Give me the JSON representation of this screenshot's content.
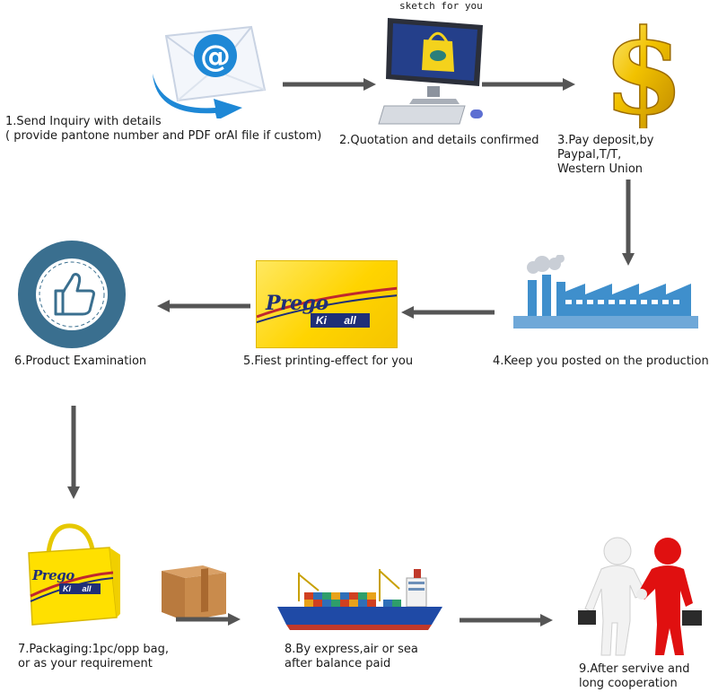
{
  "header": {
    "sketch_caption": "sketch for you"
  },
  "steps": [
    {
      "label": "1.Send Inquiry with details\n( provide pantone number and PDF orAI file if custom)",
      "icon": "email-icon"
    },
    {
      "label": "2.Quotation and details confirmed",
      "icon": "computer-sketch-icon"
    },
    {
      "label": "3.Pay deposit,by Paypal,T/T,\nWestern Union",
      "icon": "dollar-icon"
    },
    {
      "label": "4.Keep you posted on the production",
      "icon": "factory-icon"
    },
    {
      "label": "5.Fiest printing-effect for you",
      "icon": "print-sample-icon"
    },
    {
      "label": "6.Product Examination",
      "icon": "thumbs-up-icon"
    },
    {
      "label": "7.Packaging:1pc/opp bag,\nor as your requirement",
      "icon": "shopping-bag-icon"
    },
    {
      "label": "8.By express,air or sea\nafter balance paid",
      "icon": "cargo-ship-icon"
    },
    {
      "label": "9.After servive and\nlong cooperation",
      "icon": "handshake-icon"
    }
  ],
  "print_sample": {
    "brand": "Prego",
    "sub_left": "Ki",
    "sub_right": "all"
  },
  "bag_print": {
    "brand": "Prego",
    "sub_left": "Ki",
    "sub_right": "all"
  },
  "colors": {
    "arrow": "#555555",
    "email_blue": "#1e88d6",
    "dollar_gold": "#e0a800",
    "factory_blue": "#3f8fcc",
    "badge_blue": "#3a6f8f",
    "bag_yellow": "#ffe000",
    "ship_blue": "#1f4aa6",
    "ship_red": "#c0392b",
    "figure_red": "#e01010"
  }
}
